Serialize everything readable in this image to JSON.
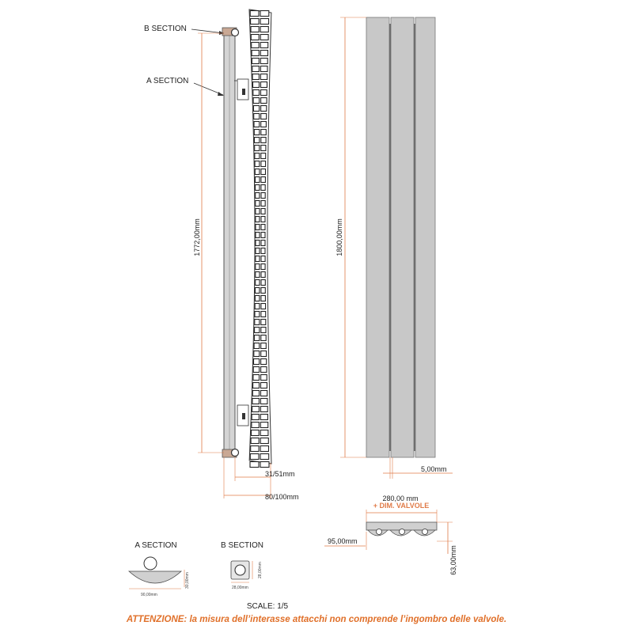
{
  "labels": {
    "b_section_side": "B SECTION",
    "a_section_side": "A SECTION",
    "a_section_detail": "A SECTION",
    "b_section_detail": "B SECTION",
    "scale": "SCALE: 1/5",
    "warning": "ATTENZIONE:  la misura dell’interasse attacchi non comprende l’ingombro delle valvole."
  },
  "dimensions": {
    "interaxis": "1772,00mm",
    "height": "1800,00mm",
    "depth_wall": "31/51mm",
    "depth_total": "80/100mm",
    "gap": "5,00mm",
    "width": "280,00 mm",
    "width_note": "+ DIM. VALVOLE",
    "element_width": "95,00mm",
    "element_depth": "63,00mm",
    "a_width": "90,00mm",
    "a_depth": "30,00mm",
    "b_width": "28,00mm",
    "b_depth": "28,00mm"
  },
  "colors": {
    "dimension_line": "#e07b48",
    "panel_fill": "#c8c8c8",
    "warning": "#e0702a"
  }
}
